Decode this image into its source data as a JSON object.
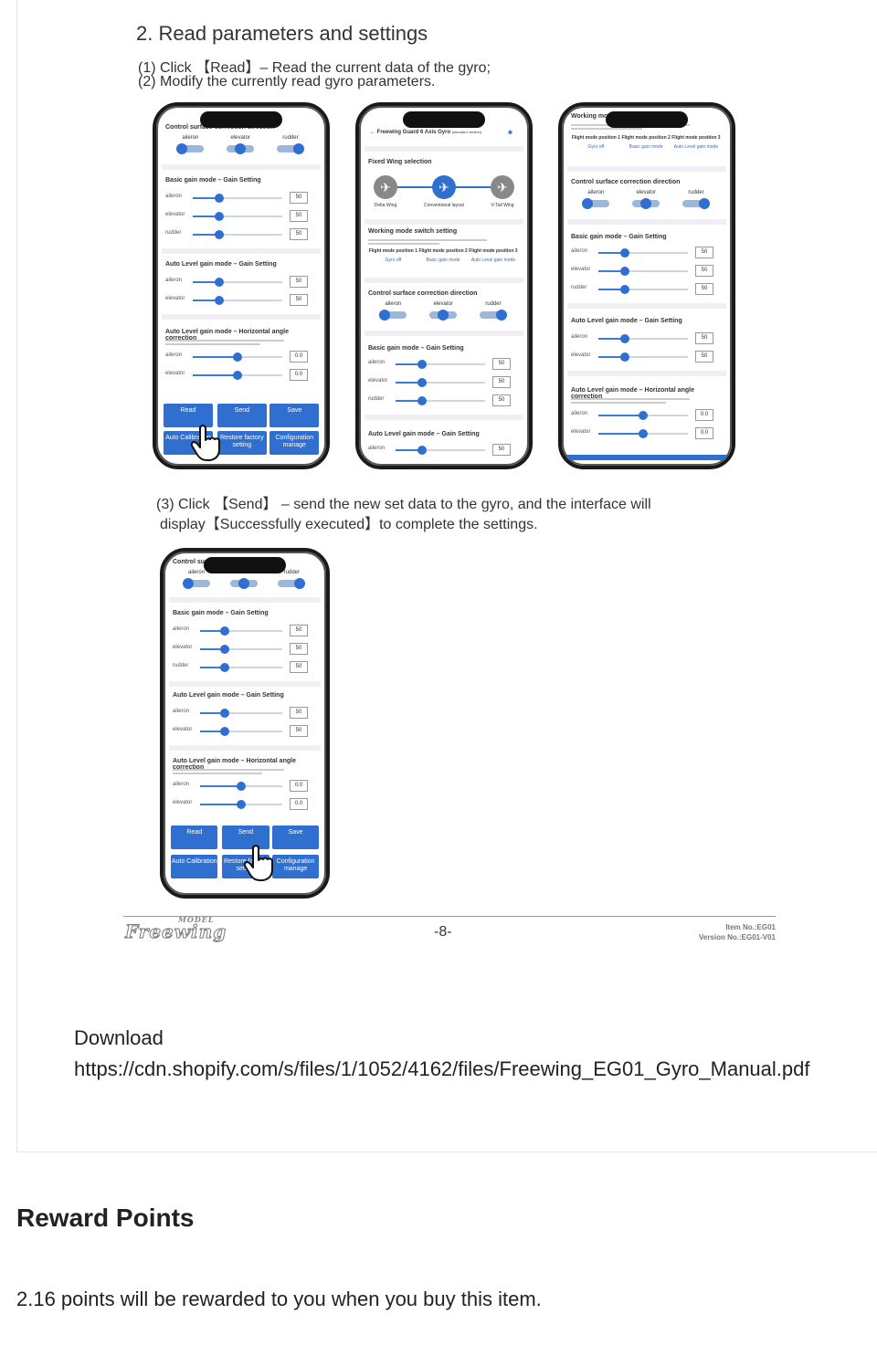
{
  "manual": {
    "heading": "2. Read parameters and settings",
    "step1": "(1) Click 【Read】– Read the current data of the gyro;",
    "step2": "(2) Modify the currently read gyro parameters.",
    "step3_line1": "(3) Click 【Send】 – send the new set data to the gyro, and the interface will",
    "step3_line2": "display【Successfully executed】to complete the settings.",
    "footer": {
      "logo": "Freewing",
      "logo_sup": "MODEL",
      "page": "-8-",
      "item_no": "Item No.:EG01",
      "version_no": "Version No.:EG01-V01"
    }
  },
  "app": {
    "title": "Freewing Guard 6 Axis Gyro",
    "title_sub": "(standard version)",
    "sections": {
      "control_surface": "Control surface correction direction",
      "basic_gain": "Basic gain mode – Gain Setting",
      "auto_level_gain": "Auto Level gain mode – Gain Setting",
      "auto_level_angle": "Auto Level gain mode – Horizontal angle correction",
      "fixed_wing": "Fixed Wing selection",
      "working_mode": "Working mode switch setting",
      "working_mode_short": "Working mode"
    },
    "channels": {
      "aileron": "aileron",
      "elevator": "elevator",
      "rudder": "rudder"
    },
    "values": {
      "gain_aileron": "50",
      "gain_elevator": "50",
      "gain_rudder": "50",
      "al_aileron": "50",
      "al_elevator": "50",
      "angle_aileron": "0.0",
      "angle_elevator": "0.0"
    },
    "wing_types": [
      "Delta Wing",
      "Conventional layout",
      "V-Tail Wing"
    ],
    "flight_modes": [
      {
        "pos": "Flight mode position 1",
        "mode": "Gyro off"
      },
      {
        "pos": "Flight mode position 2",
        "mode": "Basic gain mode"
      },
      {
        "pos": "Flight mode position 3",
        "mode": "Auto Level gain mode"
      }
    ],
    "buttons": {
      "read": "Read",
      "send": "Send",
      "save": "Save",
      "auto_cal": "Auto Calibration",
      "restore": "Restore factory setting",
      "config": "Configuration manage"
    }
  },
  "download": {
    "label": "Download",
    "url": "https://cdn.shopify.com/s/files/1/1052/4162/files/Freewing_EG01_Gyro_Manual.pdf"
  },
  "reward": {
    "heading": "Reward Points",
    "text": "2.16 points will be rewarded to you when you buy this item."
  }
}
